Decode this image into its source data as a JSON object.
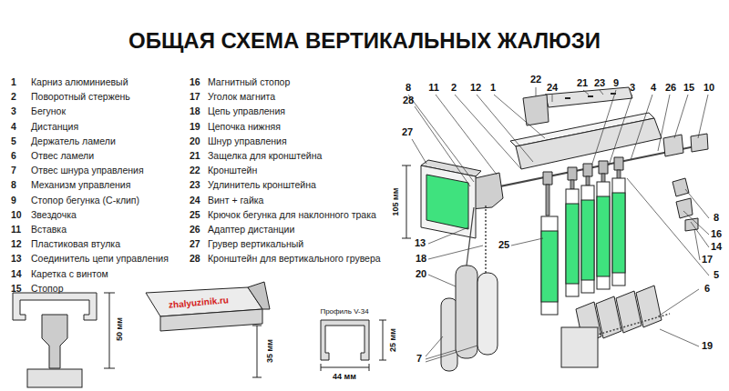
{
  "diagram": {
    "title": "ОБЩАЯ СХЕМА ВЕРТИКАЛЬНЫХ ЖАЛЮЗИ",
    "labels": [
      "1",
      "Карниз алюминиевый",
      "2",
      "Поворотный стержень",
      "3",
      "Бегунок",
      "4",
      "Дистанция",
      "5",
      "Держатель ламели",
      "6",
      "Отвес ламели",
      "7",
      "Отвес шнура управления",
      "8",
      "Механизм управления",
      "9",
      "Стопор бегунка (С-клип)",
      "10",
      "Звездочка",
      "11",
      "Вставка",
      "12",
      "Пластиковая втулка",
      "13",
      "Соединитель цепи управления",
      "14",
      "Каретка с винтом",
      "15",
      "Стопор",
      "16",
      "Магнитный стопор",
      "17",
      "Уголок магнита",
      "18",
      "Цепь управления",
      "19",
      "Цепочка нижняя",
      "20",
      "Шнур управления",
      "21",
      "Защелка для кронштейна",
      "22",
      "Кронштейн",
      "23",
      "Удлинитель кронштейна",
      "24",
      "Винт + гайка",
      "25",
      "Крючок бегунка для наклонного трака",
      "26",
      "Адаптер дистанции",
      "27",
      "Грувер вертикальный",
      "28",
      "Кронштейн для вертикального грувера",
      "8",
      "11",
      "2",
      "12",
      "1",
      "22",
      "24",
      "21",
      "23",
      "9",
      "3",
      "4",
      "26",
      "15",
      "10",
      "28",
      "27",
      "13",
      "18",
      "20",
      "25",
      "7",
      "8",
      "16",
      "14",
      "17",
      "5",
      "6",
      "19",
      "105 мм",
      "50 мм",
      "35 мм",
      "zhalyuzinik.ru",
      "Профиль V-34",
      "25 мм",
      "44 мм"
    ]
  }
}
